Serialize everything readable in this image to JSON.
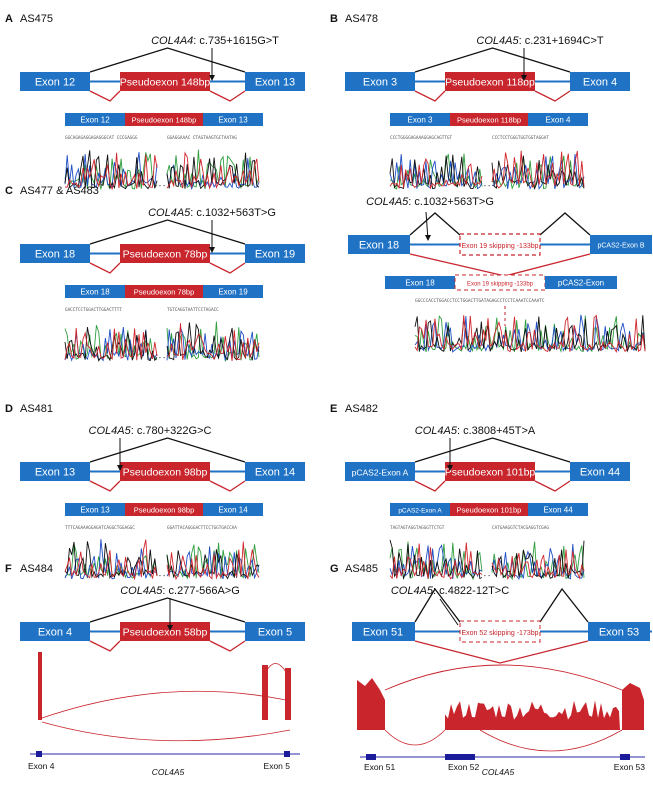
{
  "colors": {
    "exon": "#1f72c4",
    "pseudo": "#c8252d",
    "black": "#111111",
    "seqtext": "#555555"
  },
  "panels": [
    {
      "key": "A",
      "sample": "AS475",
      "gene": "COL4A4",
      "variant": ": c.735+1615G>T",
      "left": "Exon 12",
      "pseudo": "Pseudoexon 148bp",
      "right": "Exon 13",
      "seq_left": "GGCAGAGAGGAGAGGGCAT CCCGAGGG",
      "seq_right": "GGAGGAAAC CTAGTAAGTGCTAATAG"
    },
    {
      "key": "B",
      "sample": "AS478",
      "gene": "COL4A5",
      "variant": ": c.231+1694C>T",
      "left": "Exon 3",
      "pseudo": "Pseudoexon 118bp",
      "right": "Exon 4",
      "seq_left": "CCCTGGGGAGAAAGGAGCAGTTGT",
      "seq_right": "CCCTCCTGGGTGGTGGTAGGAT"
    },
    {
      "key": "C",
      "sample": "AS477 & AS483",
      "gene": "COL4A5",
      "variant": ": c.1032+563T>G",
      "left": "Exon 18",
      "pseudo": "Pseudoexon 78bp",
      "right": "Exon 19",
      "seq_left": "GACCTCCTGGACTTGGACTTTT",
      "seq_right": "TGTCAGGTAATTCCTAGACC"
    },
    {
      "key": "D",
      "sample": "AS481",
      "gene": "COL4A5",
      "variant": ": c.780+322G>C",
      "left": "Exon 13",
      "pseudo": "Pseudoexon 98bp",
      "right": "Exon 14",
      "seq_left": "TTTCAGAAAGGAGATCAGGCTGGAGGC",
      "seq_right": "GGATTACAGGGACTTCCTGGTGACCAA"
    },
    {
      "key": "E",
      "sample": "AS482",
      "gene": "COL4A5",
      "variant": ": c.3808+45T>A",
      "left": "pCAS2-Exon A",
      "pseudo": "Pseudoexon 101bp",
      "right": "Exon 44",
      "seq_left": "TAGTAGTAGGTAGGGTTCTGT",
      "seq_right": "CATGAAGGTCTACGAGGTCGAG"
    },
    {
      "key": "F",
      "sample": "AS484",
      "gene": "COL4A5",
      "variant": ": c.277-566A>G",
      "left": "Exon 4",
      "pseudo": "Pseudoexon 58bp",
      "right": "Exon 5",
      "track_left": "Exon 4",
      "track_right": "Exon 5",
      "track_gene": "COL4A5"
    }
  ],
  "panel_c_right": {
    "gene": "COL4A5",
    "variant": ": c.1032+563T>G",
    "left": "Exon 18",
    "skip": "Exon 19 skipping -133bp",
    "right": "pCAS2-Exon B",
    "skip_small": "Exon 19 skipping -133bp",
    "right_small": "pCAS2-Exon",
    "seq": "GGCCCACCTGGACCTCCTGGACTTGATAGAGCCTCCTCAAATCCAAATC"
  },
  "panel_g": {
    "key": "G",
    "sample": "AS485",
    "gene": "COL4A5",
    "variant": ": c.4822-12T>C",
    "left": "Exon 51",
    "skip": "Exon 52 skipping -173bp",
    "right": "Exon 53",
    "track_e1": "Exon 51",
    "track_e2": "Exon 52",
    "track_e3": "Exon 53",
    "track_gene": "COL4A5"
  }
}
